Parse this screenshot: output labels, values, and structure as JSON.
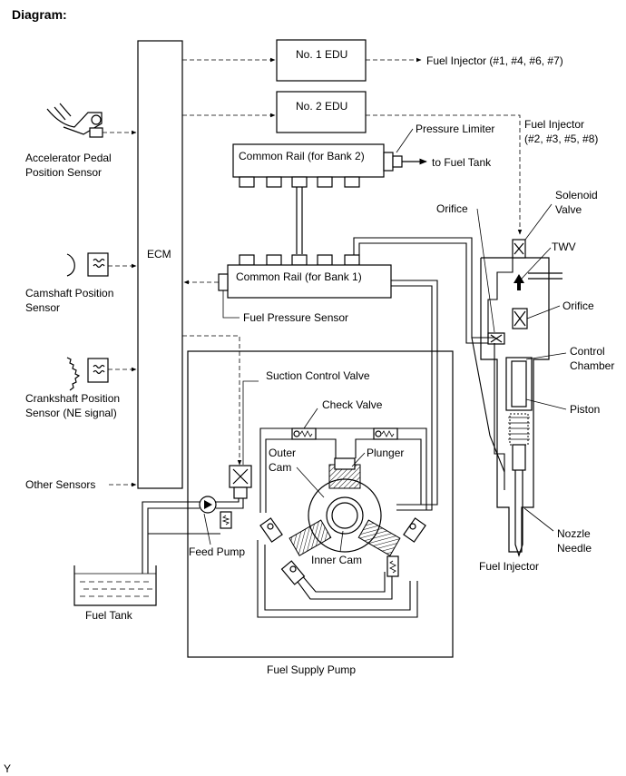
{
  "diagram": {
    "title": "Diagram:",
    "footer_code": "Y",
    "ecm": "ECM",
    "edu1": "No. 1 EDU",
    "edu2": "No. 2 EDU",
    "injectors_1": "Fuel Injector (#1, #4, #6, #7)",
    "injectors_2_line1": "Fuel Injector",
    "injectors_2_line2": "(#2, #3, #5, #8)",
    "pressure_limiter": "Pressure Limiter",
    "to_fuel_tank": "to Fuel Tank",
    "rail_bank2": "Common Rail (for Bank 2)",
    "rail_bank1": "Common Rail (for Bank 1)",
    "fuel_pressure_sensor": "Fuel Pressure Sensor",
    "accel_line1": "Accelerator Pedal",
    "accel_line2": "Position Sensor",
    "cam_line1": "Camshaft Position",
    "cam_line2": "Sensor",
    "crank_line1": "Crankshaft Position",
    "crank_line2": "Sensor (NE signal)",
    "other_sensors": "Other Sensors",
    "suction_control_valve": "Suction Control Valve",
    "check_valve": "Check Valve",
    "outer_cam_line1": "Outer",
    "outer_cam_line2": "Cam",
    "plunger": "Plunger",
    "inner_cam": "Inner Cam",
    "feed_pump": "Feed Pump",
    "fuel_tank": "Fuel Tank",
    "fuel_supply_pump": "Fuel Supply Pump",
    "orifice_top": "Orifice",
    "solenoid_line1": "Solenoid",
    "solenoid_line2": "Valve",
    "twv": "TWV",
    "orifice_right": "Orifice",
    "control_line1": "Control",
    "control_line2": "Chamber",
    "piston": "Piston",
    "nozzle_line1": "Nozzle",
    "nozzle_line2": "Needle",
    "fuel_injector": "Fuel Injector"
  }
}
